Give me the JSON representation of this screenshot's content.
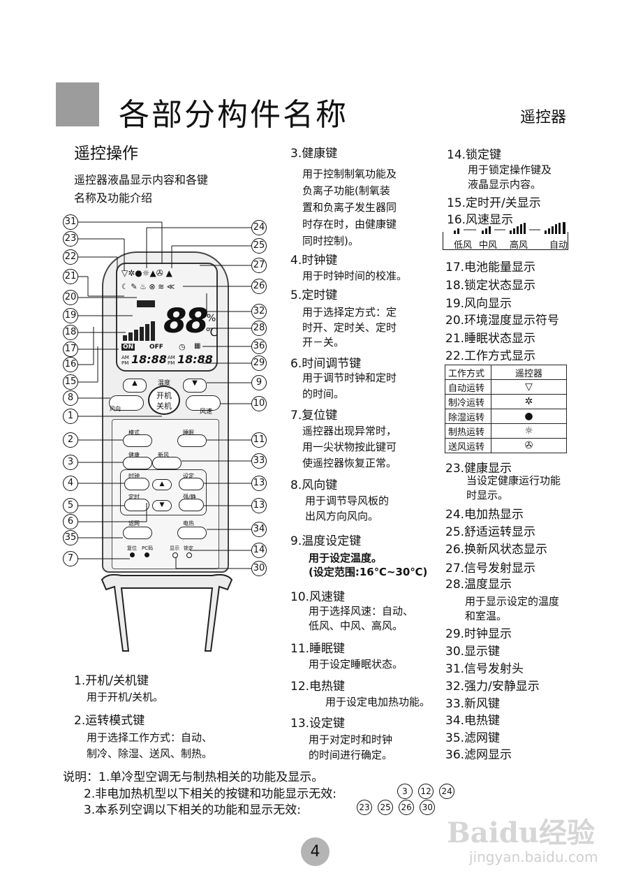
{
  "header": {
    "main_title": "各部分构件名称",
    "sub_title": "遥控器"
  },
  "intro": {
    "heading": "遥控操作",
    "line1": "遥控器液晶显示内容和各键",
    "line2": "名称及功能介绍"
  },
  "remote_labels": {
    "temp": "温度",
    "power1": "开机",
    "power2": "关机",
    "wind_dir": "风向",
    "wind_speed": "风速",
    "mode": "模式",
    "sleep": "睡眠",
    "health": "健康",
    "fresh": "新风",
    "clock": "时钟",
    "set": "设定",
    "timer": "定时",
    "strong": "强/静",
    "filter": "滤网",
    "heater": "电热",
    "reset": "复位",
    "pc": "PC码",
    "display": "显示",
    "lock": "锁定",
    "lcd_temp": "88",
    "lcd_pct": "%",
    "lcd_c": "℃",
    "lcd_clock1": "18:88",
    "lcd_clock2": "18:88",
    "lcd_on": "ON",
    "lcd_off": "OFF",
    "am": "AM",
    "pm": "PM"
  },
  "left_callouts": [
    "31",
    "23",
    "22",
    "21",
    "20",
    "19",
    "18",
    "17",
    "16",
    "15",
    "8",
    "1",
    "2",
    "3",
    "4",
    "5",
    "6",
    "35",
    "7"
  ],
  "right_callouts": [
    "24",
    "25",
    "27",
    "26",
    "32",
    "28",
    "36",
    "29",
    "9",
    "10",
    "11",
    "33",
    "13",
    "13",
    "34",
    "14",
    "30"
  ],
  "bottom_items": {
    "i1": "1.开机/关机键",
    "i1d": "用于开机/关机。",
    "i2": "2.运转模式键",
    "i2d1": "用于选择工作方式：自动、",
    "i2d2": "制冷、除湿、送风、制热。"
  },
  "middle": {
    "i3": "3.健康键",
    "i3d": [
      "用于控制制氧功能及",
      "负离子功能(制氧装",
      "置和负离子发生器同",
      "时存在时，由健康键",
      "同时控制)。"
    ],
    "i4": "4.时钟键",
    "i4d": "用于时钟时间的校准。",
    "i5": "5.定时键",
    "i5d": [
      "用于选择定方式：定",
      "时开、定时关、定时",
      "开－关。"
    ],
    "i6": "6.时间调节键",
    "i6d": [
      "用于调节时钟和定时",
      "的时间。"
    ],
    "i7": "7.复位键",
    "i7d": [
      "遥控器出现异常时，",
      "用一尖状物按此键可",
      "使遥控器恢复正常。"
    ],
    "i8": "8.风向键",
    "i8d": [
      "用于调节导风板的",
      "出风方向风向。"
    ],
    "i9": "9.温度设定键",
    "i9d": [
      "用于设定温度。",
      "(设定范围:16℃~30℃)"
    ],
    "i10": "10.风速键",
    "i10d": [
      "用于选择风速：自动、",
      "低风、中风、高风。"
    ],
    "i11": "11.睡眠键",
    "i11d": "用于设定睡眠状态。",
    "i12": "12.电热键",
    "i12d": "用于设定电加热功能。",
    "i13": "13.设定键",
    "i13d": [
      "用于对定时和时钟",
      "的时间进行确定。"
    ]
  },
  "right": {
    "i14": "14.锁定键",
    "i14d": [
      "用于锁定操作键及",
      "液晶显示内容。"
    ],
    "i15": "15.定时开/关显示",
    "i16": "16.风速显示",
    "speeds": [
      "低风",
      "中风",
      "高风",
      "自动"
    ],
    "i17": "17.电池能量显示",
    "i18": "18.锁定状态显示",
    "i19": "19.风向显示",
    "i20": "20.环境湿度显示符号",
    "i21": "21.睡眠状态显示",
    "i22": "22.工作方式显示",
    "table_header": [
      "工作方式",
      "遥控器"
    ],
    "table_rows": [
      {
        "mode": "自动运转",
        "icon": "▽"
      },
      {
        "mode": "制冷运转",
        "icon": "✲"
      },
      {
        "mode": "除湿运转",
        "icon": "●"
      },
      {
        "mode": "制热运转",
        "icon": "☼"
      },
      {
        "mode": "送风运转",
        "icon": "✇"
      }
    ],
    "i23": "23.健康显示",
    "i23d": [
      "当设定健康运行功能",
      "时显示。"
    ],
    "i24": "24.电加热显示",
    "i25": "25.舒适运转显示",
    "i26": "26.换新风状态显示",
    "i27": "27.信号发射显示",
    "i28": "28.温度显示",
    "i28d": [
      "用于显示设定的温度",
      "和室温。"
    ],
    "i29": "29.时钟显示",
    "i30": "30.显示键",
    "i31": "31.信号发射头",
    "i32": "32.强力/安静显示",
    "i33": "33.新风键",
    "i34": "34.电热键",
    "i35": "35.滤网键",
    "i36": "36.滤网显示"
  },
  "notes": {
    "n1": "说明：1.单冷型空调无与制热相关的功能及显示。",
    "n2": "2.非电加热机型以下相关的按键和功能显示无效:",
    "n2_nums": [
      "3",
      "12",
      "24"
    ],
    "n3": "3.本系列空调以下相关的功能和显示无效:",
    "n3_nums": [
      "23",
      "25",
      "26",
      "30"
    ]
  },
  "page_number": "4",
  "watermark": "Baidu经验",
  "watermark_url": "jingyan.baidu.com"
}
